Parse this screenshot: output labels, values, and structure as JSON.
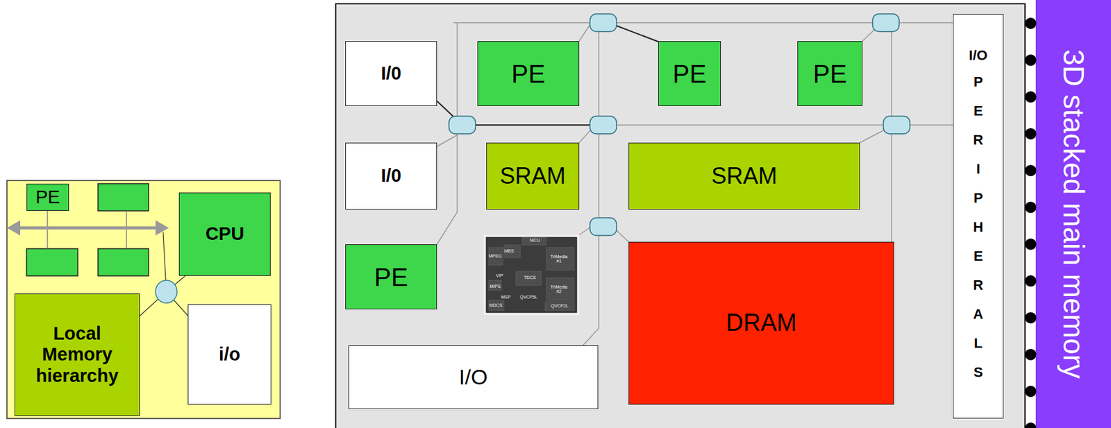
{
  "diagram": {
    "nodes": [
      {
        "text": [
          "PE"
        ]
      },
      {
        "text": [
          "CPU"
        ]
      },
      {
        "text": [
          "Local Memory hierarchy"
        ]
      },
      {
        "text": [
          "i/o"
        ]
      },
      {
        "text": [
          "I/0"
        ]
      },
      {
        "text": [
          "PE"
        ]
      },
      {
        "text": [
          "PE"
        ]
      },
      {
        "text": [
          "PE"
        ]
      },
      {
        "text": [
          "I/O",
          "PERIPHERALS"
        ]
      },
      {
        "text": [
          "3D stacked main memory"
        ]
      },
      {
        "text": [
          "I/0"
        ]
      },
      {
        "text": [
          "SRAM"
        ]
      },
      {
        "text": [
          "SRAM"
        ]
      },
      {
        "text": [
          "PE"
        ]
      },
      {
        "text": [
          "DRAM"
        ]
      },
      {
        "text": [
          "I/O"
        ]
      }
    ],
    "labels": [
      "MCU",
      "MBS",
      "MPEG",
      "TriMedia #1",
      "VIP",
      "TDCS",
      "MIPS",
      "TriMedia #2",
      "MSP",
      "QVCP5L",
      "MDCS",
      "QVCP2L"
    ]
  }
}
